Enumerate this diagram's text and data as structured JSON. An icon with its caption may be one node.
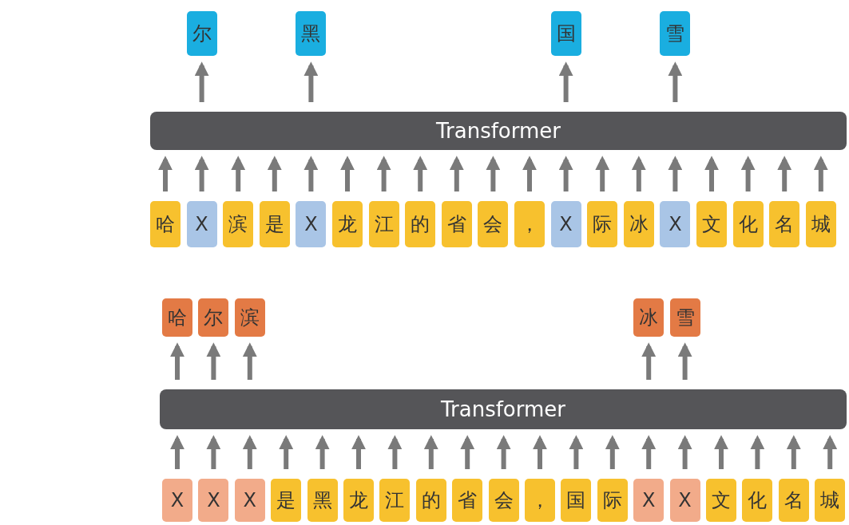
{
  "diagram": {
    "nodes": [
      {
        "text": [
          "尔"
        ]
      },
      {
        "text": [
          "黑"
        ]
      },
      {
        "text": [
          "国"
        ]
      },
      {
        "text": [
          "雪"
        ]
      },
      {
        "text": [
          "Transformer"
        ]
      },
      {
        "text": [
          "哈"
        ]
      },
      {
        "text": [
          "X"
        ]
      },
      {
        "text": [
          "滨"
        ]
      },
      {
        "text": [
          "是"
        ]
      },
      {
        "text": [
          "X"
        ]
      },
      {
        "text": [
          "龙"
        ]
      },
      {
        "text": [
          "江"
        ]
      },
      {
        "text": [
          "的"
        ]
      },
      {
        "text": [
          "省"
        ]
      },
      {
        "text": [
          "会"
        ]
      },
      {
        "text": [
          "，"
        ]
      },
      {
        "text": [
          "X"
        ]
      },
      {
        "text": [
          "际"
        ]
      },
      {
        "text": [
          "冰"
        ]
      },
      {
        "text": [
          "X"
        ]
      },
      {
        "text": [
          "文"
        ]
      },
      {
        "text": [
          "化"
        ]
      },
      {
        "text": [
          "名"
        ]
      },
      {
        "text": [
          "城"
        ]
      },
      {
        "text": [
          "哈"
        ]
      },
      {
        "text": [
          "尔"
        ]
      },
      {
        "text": [
          "滨"
        ]
      },
      {
        "text": [
          "冰"
        ]
      },
      {
        "text": [
          "雪"
        ]
      },
      {
        "text": [
          "Transformer"
        ]
      },
      {
        "text": [
          "X"
        ]
      },
      {
        "text": [
          "X"
        ]
      },
      {
        "text": [
          "X"
        ]
      },
      {
        "text": [
          "是"
        ]
      },
      {
        "text": [
          "黑"
        ]
      },
      {
        "text": [
          "龙"
        ]
      },
      {
        "text": [
          "江"
        ]
      },
      {
        "text": [
          "的"
        ]
      },
      {
        "text": [
          "省"
        ]
      },
      {
        "text": [
          "会"
        ]
      },
      {
        "text": [
          "，"
        ]
      },
      {
        "text": [
          "国"
        ]
      },
      {
        "text": [
          "际"
        ]
      },
      {
        "text": [
          "X"
        ]
      },
      {
        "text": [
          "X"
        ]
      },
      {
        "text": [
          "文"
        ]
      },
      {
        "text": [
          "化"
        ]
      },
      {
        "text": [
          "名"
        ]
      },
      {
        "text": [
          "城"
        ]
      }
    ],
    "edges": [
      {
        "from": 4,
        "to": 0,
        "arrow": "to"
      },
      {
        "from": 4,
        "to": 1,
        "arrow": "to"
      },
      {
        "from": 4,
        "to": 2,
        "arrow": "to"
      },
      {
        "from": 4,
        "to": 3,
        "arrow": "to"
      },
      {
        "from": 5,
        "to": 4,
        "arrow": "to"
      },
      {
        "from": 6,
        "to": 4,
        "arrow": "to"
      },
      {
        "from": 7,
        "to": 4,
        "arrow": "to"
      },
      {
        "from": 8,
        "to": 4,
        "arrow": "to"
      },
      {
        "from": 9,
        "to": 4,
        "arrow": "to"
      },
      {
        "from": 10,
        "to": 4,
        "arrow": "to"
      },
      {
        "from": 11,
        "to": 4,
        "arrow": "to"
      },
      {
        "from": 12,
        "to": 4,
        "arrow": "to"
      },
      {
        "from": 13,
        "to": 4,
        "arrow": "to"
      },
      {
        "from": 14,
        "to": 4,
        "arrow": "to"
      },
      {
        "from": 15,
        "to": 4,
        "arrow": "to"
      },
      {
        "from": 16,
        "to": 4,
        "arrow": "to"
      },
      {
        "from": 17,
        "to": 4,
        "arrow": "to"
      },
      {
        "from": 18,
        "to": 4,
        "arrow": "to"
      },
      {
        "from": 19,
        "to": 4,
        "arrow": "to"
      },
      {
        "from": 20,
        "to": 4,
        "arrow": "to"
      },
      {
        "from": 21,
        "to": 4,
        "arrow": "to"
      },
      {
        "from": 22,
        "to": 4,
        "arrow": "to"
      },
      {
        "from": 23,
        "to": 4,
        "arrow": "to"
      },
      {
        "from": 29,
        "to": 24,
        "arrow": "to"
      },
      {
        "from": 29,
        "to": 25,
        "arrow": "to"
      },
      {
        "from": 29,
        "to": 26,
        "arrow": "to"
      },
      {
        "from": 29,
        "to": 27,
        "arrow": "to"
      },
      {
        "from": 29,
        "to": 28,
        "arrow": "to"
      },
      {
        "from": 30,
        "to": 29,
        "arrow": "to"
      },
      {
        "from": 31,
        "to": 29,
        "arrow": "to"
      },
      {
        "from": 32,
        "to": 29,
        "arrow": "to"
      },
      {
        "from": 33,
        "to": 29,
        "arrow": "to"
      },
      {
        "from": 34,
        "to": 29,
        "arrow": "to"
      },
      {
        "from": 35,
        "to": 29,
        "arrow": "to"
      },
      {
        "from": 36,
        "to": 29,
        "arrow": "to"
      },
      {
        "from": 37,
        "to": 29,
        "arrow": "to"
      },
      {
        "from": 38,
        "to": 29,
        "arrow": "to"
      },
      {
        "from": 39,
        "to": 29,
        "arrow": "to"
      },
      {
        "from": 40,
        "to": 29,
        "arrow": "to"
      },
      {
        "from": 41,
        "to": 29,
        "arrow": "to"
      },
      {
        "from": 42,
        "to": 29,
        "arrow": "to"
      },
      {
        "from": 43,
        "to": 29,
        "arrow": "to"
      },
      {
        "from": 44,
        "to": 29,
        "arrow": "to"
      },
      {
        "from": 45,
        "to": 29,
        "arrow": "to"
      },
      {
        "from": 46,
        "to": 29,
        "arrow": "to"
      },
      {
        "from": 47,
        "to": 29,
        "arrow": "to"
      },
      {
        "from": 48,
        "to": 29,
        "arrow": "to"
      }
    ]
  }
}
